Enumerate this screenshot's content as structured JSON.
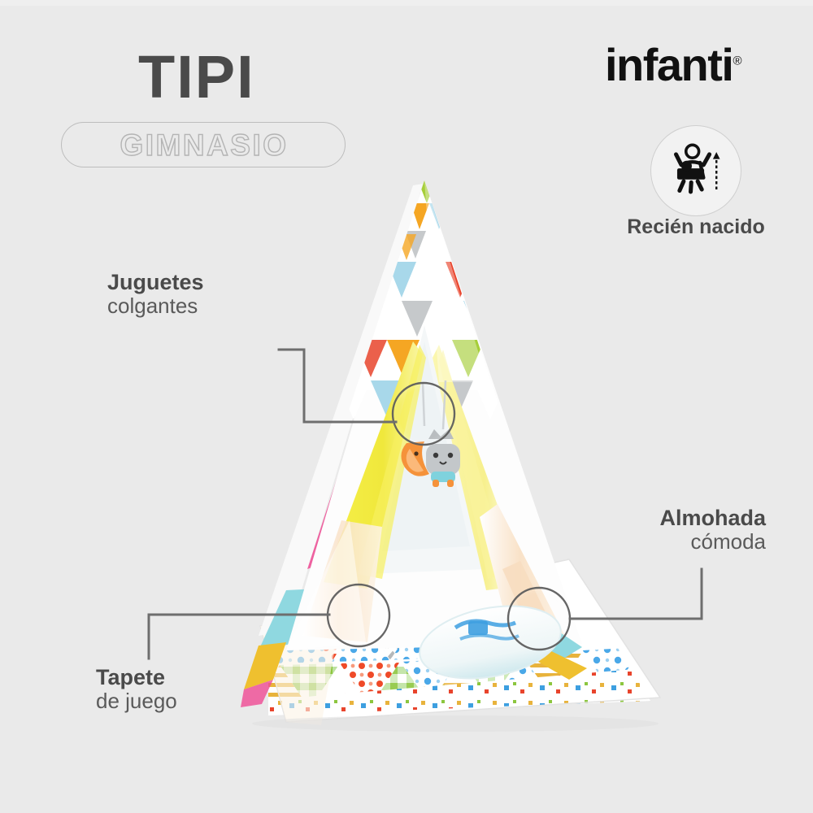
{
  "page": {
    "background_color": "#eaeaea",
    "text_color": "#4a4a4a",
    "language": "es"
  },
  "header": {
    "title": "TIPI",
    "subtitle": "GIMNASIO",
    "brand": {
      "name": "infanti",
      "trademark": "®"
    }
  },
  "badge": {
    "icon": "newborn-baby-icon",
    "label": "Recién nacido"
  },
  "callouts": [
    {
      "id": "hanging-toys",
      "line1": "Juguetes",
      "line2": "colgantes",
      "align": "left"
    },
    {
      "id": "play-mat",
      "line1": "Tapete",
      "line2": "de juego",
      "align": "left"
    },
    {
      "id": "comfy-pillow",
      "line1": "Almohada",
      "line2": "cómoda",
      "align": "right"
    }
  ],
  "product": {
    "name": "Gimnasio Tipi",
    "description": "Carpa tipi triangular con tapete de juego acolchado, almohada y juguetes colgantes",
    "parts": {
      "canopy": "Lona superior con estampado de triángulos",
      "legs": "Paneles laterales amarillo, rosado y durazno",
      "mat": "Tapete con triángulos estampados",
      "pillow": "Almohada blanca con estampado azul",
      "toys": "Gato gris y zorro naranja colgantes"
    },
    "palette": {
      "white": "#ffffff",
      "light_blue": "#a8d8ea",
      "red_orange": "#e8442c",
      "orange": "#f5a623",
      "lime_green": "#a6ce39",
      "gray": "#c6c9cb",
      "yellow": "#f0e83c",
      "pink": "#ef4a93",
      "cyan": "#8fd8e0",
      "peach": "#f7ddc0",
      "blue_pattern": "#3d9fe0",
      "green_gingham": "#8cc63f",
      "gold_stripe": "#e8b33c"
    }
  },
  "lines": {
    "color": "#6e6e6e",
    "width": 3
  }
}
